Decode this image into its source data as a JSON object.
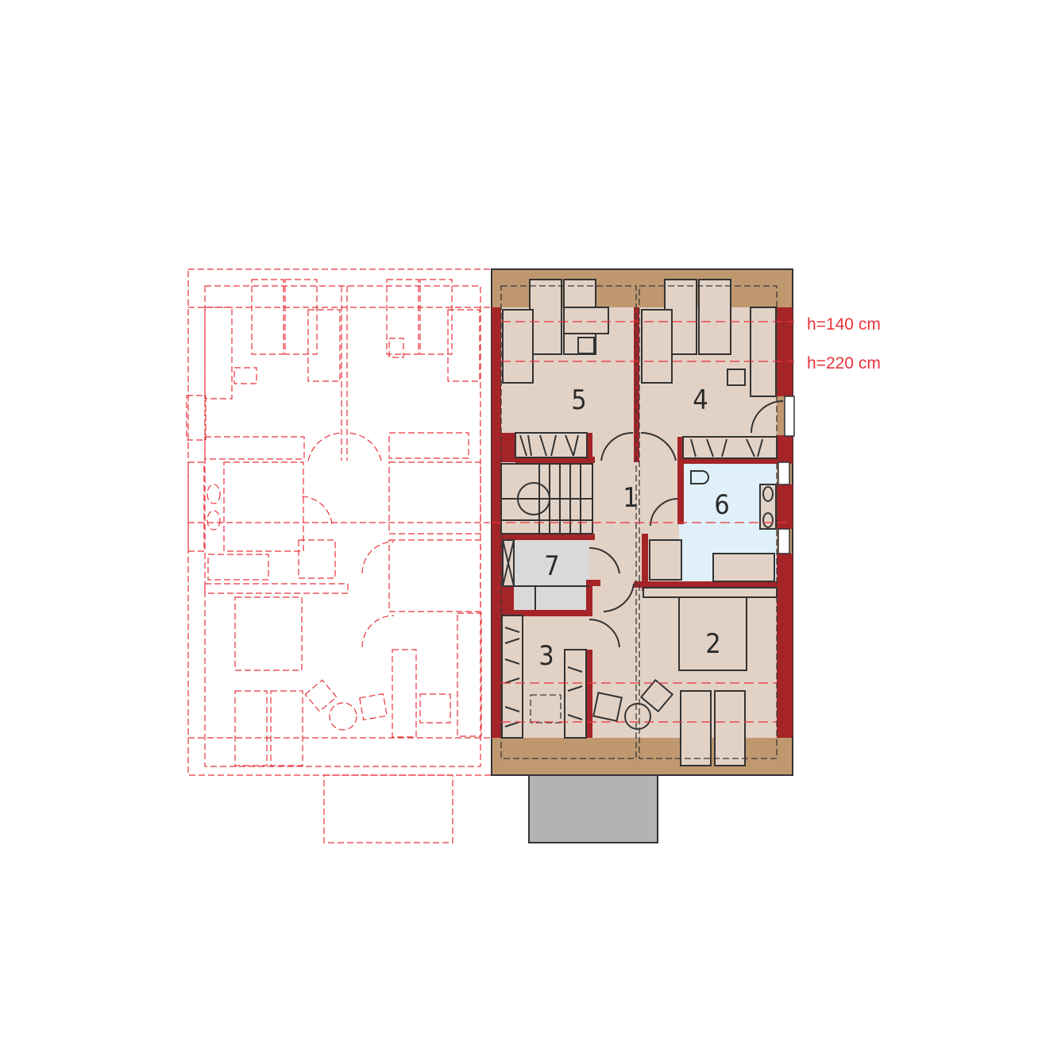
{
  "colors": {
    "eaves": "#c09870",
    "floor": "#e2d2c6",
    "walls": "#a52428",
    "bathroom": "#dff0fb",
    "storage": "#d9d9d9",
    "terrace": "#b3b3b3",
    "ground_floor_overlay": "#e8343c"
  },
  "height_lines": [
    {
      "label": "h=140 cm"
    },
    {
      "label": "h=220 cm"
    }
  ],
  "rooms": [
    {
      "number": "1"
    },
    {
      "number": "2"
    },
    {
      "number": "3"
    },
    {
      "number": "4"
    },
    {
      "number": "5"
    },
    {
      "number": "6"
    },
    {
      "number": "7"
    }
  ]
}
